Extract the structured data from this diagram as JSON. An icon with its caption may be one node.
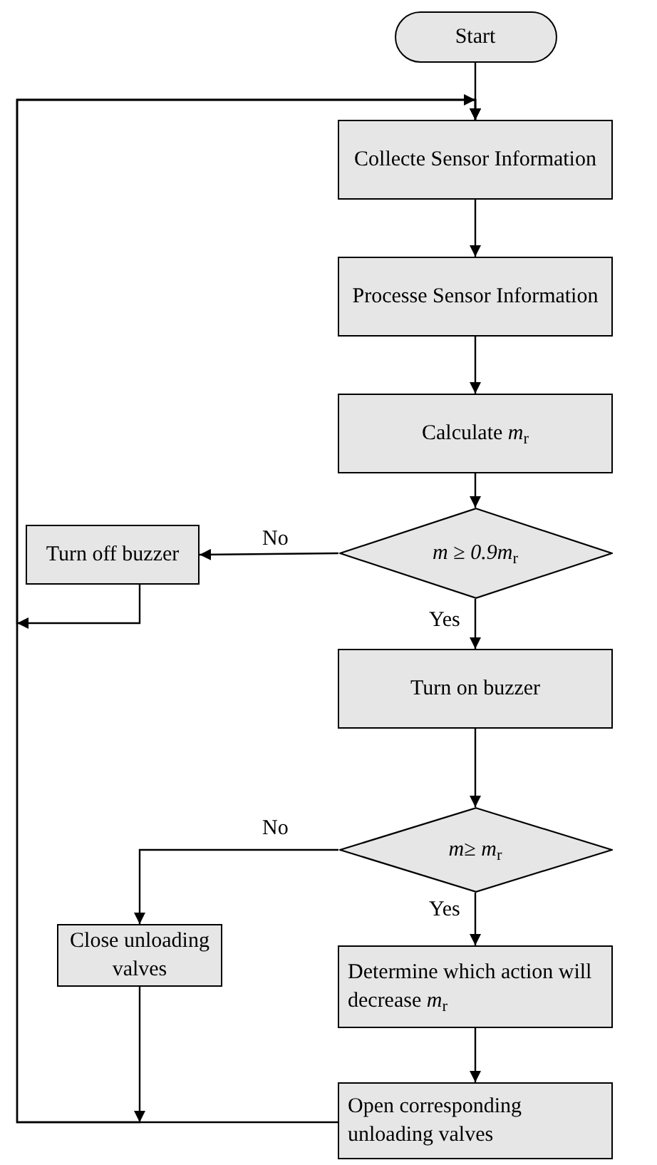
{
  "diagram": {
    "nodes": [
      {
        "text": [
          "Start"
        ]
      },
      {
        "text": [
          "Collecte Sensor Information"
        ]
      },
      {
        "text": [
          "Processe Sensor Information"
        ]
      },
      {
        "text": [
          "Calculate *m*$_{r}$"
        ]
      },
      {
        "text": [
          "*m* ≥ *0.9m*$_{r}$"
        ]
      },
      {
        "text": [
          "Turn off buzzer"
        ]
      },
      {
        "text": [
          "Turn on buzzer"
        ]
      },
      {
        "text": [
          "*m*≥ *m*$_{r}$"
        ]
      },
      {
        "text": [
          "Close unloading valves"
        ]
      },
      {
        "text": [
          "Determine which action will decrease *m*$_{r}$"
        ]
      },
      {
        "text": [
          "Open corresponding unloading valves"
        ]
      }
    ],
    "edges": [
      {
        "from": 0,
        "to": 1,
        "arrow": "to"
      },
      {
        "from": 1,
        "to": 2,
        "arrow": "to"
      },
      {
        "from": 2,
        "to": 3,
        "arrow": "to"
      },
      {
        "from": 3,
        "to": 4,
        "arrow": "to"
      },
      {
        "from": 4,
        "to": 5,
        "arrow": "to",
        "label": "No"
      },
      {
        "from": 4,
        "to": 6,
        "arrow": "to",
        "label": "Yes"
      },
      {
        "from": 6,
        "to": 7,
        "arrow": "to"
      },
      {
        "from": 7,
        "to": 8,
        "arrow": "to",
        "label": "No"
      },
      {
        "from": 7,
        "to": 9,
        "arrow": "to",
        "label": "Yes"
      },
      {
        "from": 9,
        "to": 10,
        "arrow": "to"
      },
      {
        "from": 5,
        "to": 1,
        "arrow": "to"
      },
      {
        "from": 8,
        "to": 1,
        "arrow": "to"
      },
      {
        "from": 10,
        "to": 1,
        "arrow": "to"
      }
    ]
  }
}
